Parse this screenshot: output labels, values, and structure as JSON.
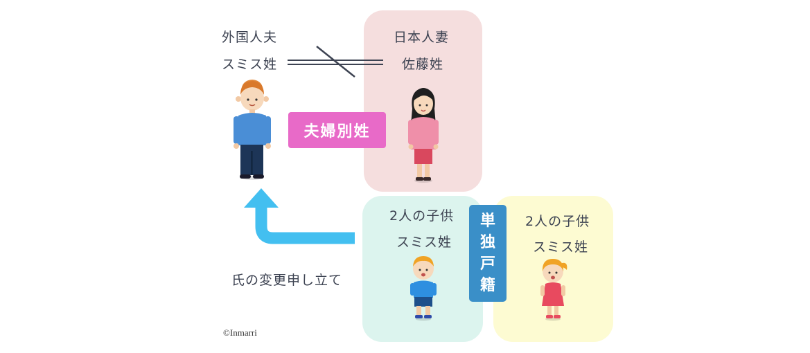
{
  "husband": {
    "line1": "外国人夫",
    "line2": "スミス姓"
  },
  "wife": {
    "line1": "日本人妻",
    "line2": "佐藤姓"
  },
  "badge_separate_surnames": "夫婦別姓",
  "child1": {
    "line1": "2人の子供",
    "line2": "スミス姓"
  },
  "child2": {
    "line1": "2人の子供",
    "line2": "スミス姓"
  },
  "badge_single_registry": [
    "単",
    "独",
    "戸",
    "籍"
  ],
  "arrow_label": "氏の変更申し立て",
  "copyright": "©Inmarri",
  "colors": {
    "wife_panel": "#f5dede",
    "child1_panel": "#dcf4ee",
    "child2_panel": "#fdfbd2",
    "badge_pink": "#e86ac8",
    "badge_blue": "#3a8fc8",
    "arrow": "#43bff0"
  }
}
